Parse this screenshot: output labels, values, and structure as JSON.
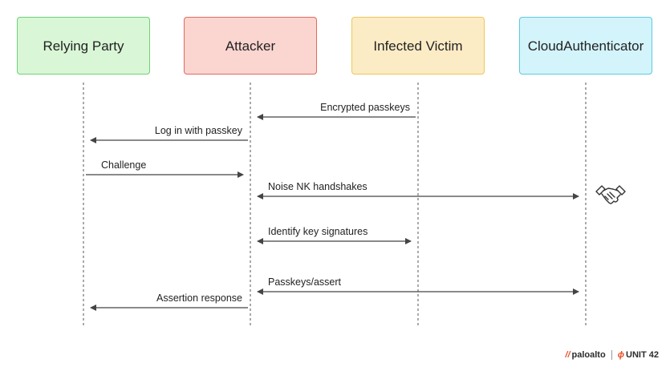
{
  "actors": [
    {
      "id": "rp",
      "lines": [
        "Relying Party"
      ],
      "fill": "#d9f7d6",
      "border": "#6fcf78"
    },
    {
      "id": "att",
      "lines": [
        "Attacker"
      ],
      "fill": "#fbd5d0",
      "border": "#e06a5e"
    },
    {
      "id": "vic",
      "lines": [
        "Infected Victim"
      ],
      "fill": "#fcecc6",
      "border": "#f0c656"
    },
    {
      "id": "cloud",
      "lines": [
        "Cloud",
        "Authenticator"
      ],
      "fill": "#d3f4fb",
      "border": "#5cc9e0"
    }
  ],
  "messages": [
    {
      "label": "Encrypted passkeys",
      "from": "vic",
      "to": "att",
      "bidirectional": false
    },
    {
      "label": "Log in with passkey",
      "from": "att",
      "to": "rp",
      "bidirectional": false
    },
    {
      "label": "Challenge",
      "from": "rp",
      "to": "att",
      "bidirectional": false
    },
    {
      "label": "Noise NK handshakes",
      "from": "att",
      "to": "cloud",
      "bidirectional": true
    },
    {
      "label": "Identify key signatures",
      "from": "att",
      "to": "vic",
      "bidirectional": true
    },
    {
      "label": "Passkeys/assert",
      "from": "att",
      "to": "cloud",
      "bidirectional": true
    },
    {
      "label": "Assertion response",
      "from": "att",
      "to": "rp",
      "bidirectional": false
    }
  ],
  "icons": {
    "handshake": "handshake-icon"
  },
  "branding": {
    "company": "paloalto",
    "unit": "UNIT 42"
  }
}
